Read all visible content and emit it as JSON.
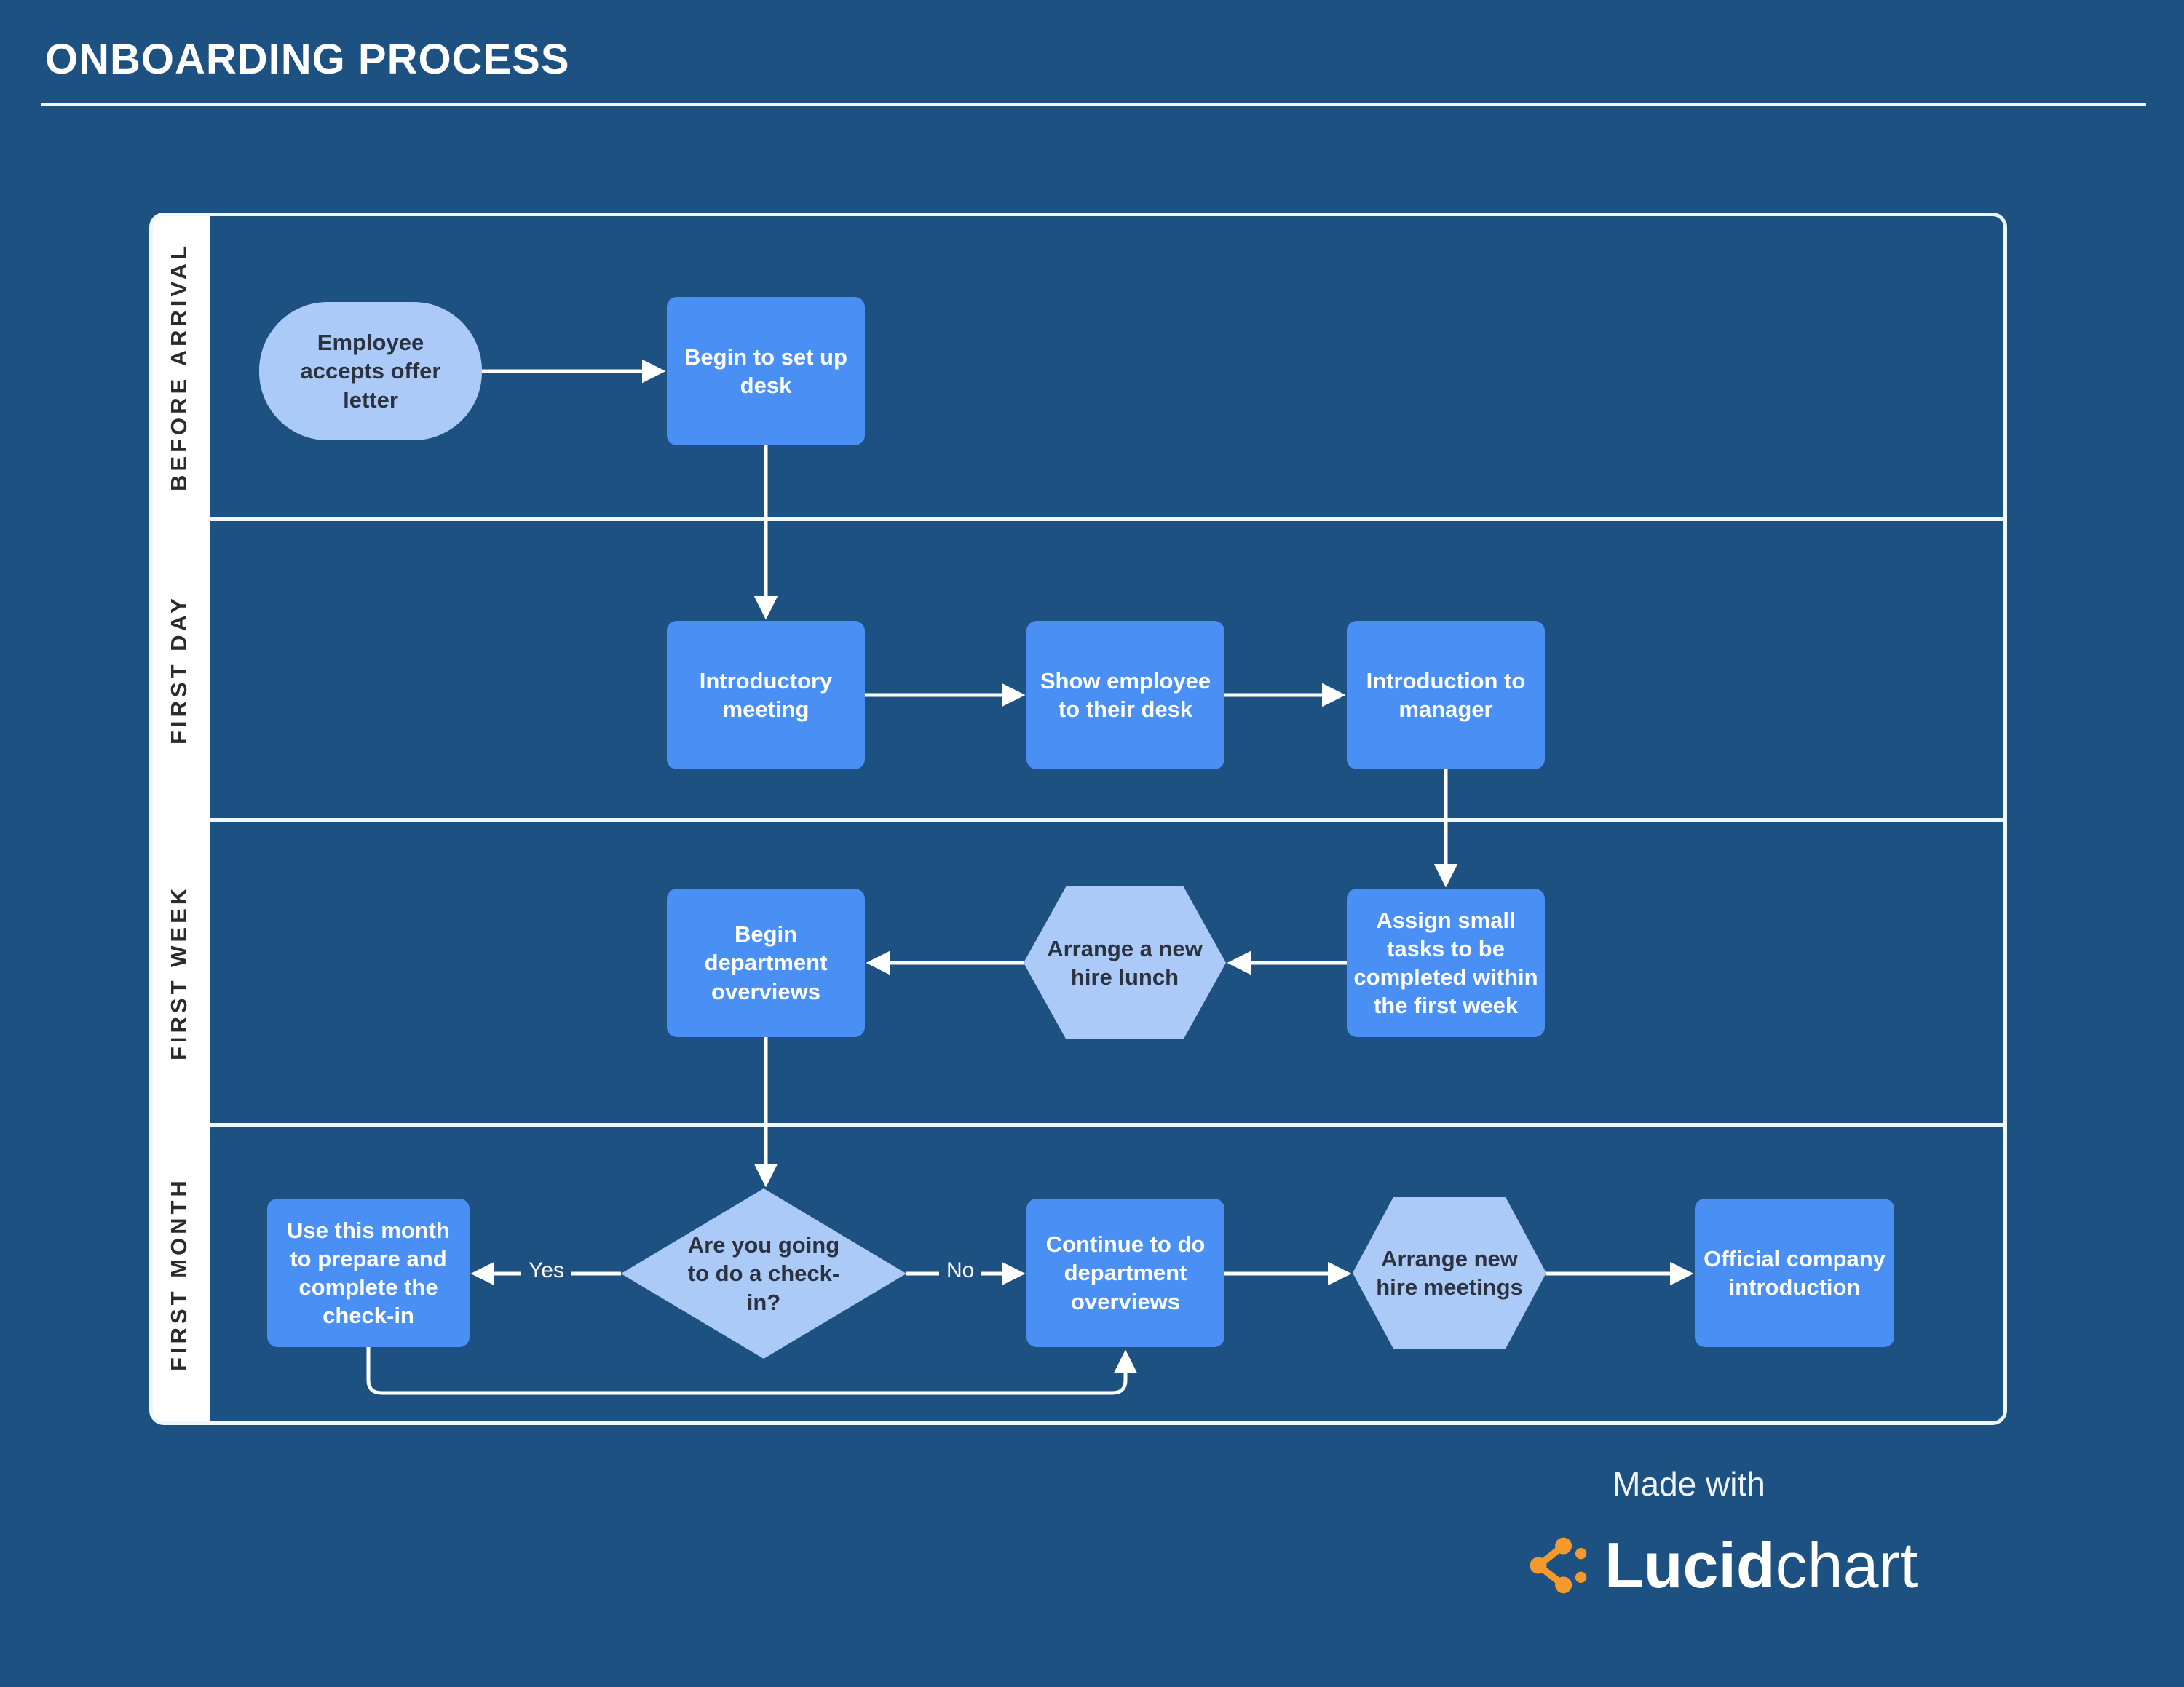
{
  "page": {
    "title": "ONBOARDING PROCESS"
  },
  "lanes": [
    {
      "label": "BEFORE ARRIVAL"
    },
    {
      "label": "FIRST DAY"
    },
    {
      "label": "FIRST WEEK"
    },
    {
      "label": "FIRST MONTH"
    }
  ],
  "nodes": [
    {
      "id": "employee-accepts-offer-letter",
      "type": "terminator",
      "lane": "BEFORE ARRIVAL",
      "label": "Employee accepts offer letter"
    },
    {
      "id": "begin-to-set-up-desk",
      "type": "process",
      "lane": "BEFORE ARRIVAL",
      "label": "Begin to set up desk"
    },
    {
      "id": "introductory-meeting",
      "type": "process",
      "lane": "FIRST DAY",
      "label": "Introductory meeting"
    },
    {
      "id": "show-employee-to-their-desk",
      "type": "process",
      "lane": "FIRST DAY",
      "label": "Show employee to their desk"
    },
    {
      "id": "introduction-to-manager",
      "type": "process",
      "lane": "FIRST DAY",
      "label": "Introduction to manager"
    },
    {
      "id": "assign-small-tasks",
      "type": "process",
      "lane": "FIRST WEEK",
      "label": "Assign small tasks to be completed within the first week"
    },
    {
      "id": "arrange-a-new-hire-lunch",
      "type": "preparation",
      "lane": "FIRST WEEK",
      "label": "Arrange a new hire lunch"
    },
    {
      "id": "begin-department-overviews",
      "type": "process",
      "lane": "FIRST WEEK",
      "label": "Begin department overviews"
    },
    {
      "id": "use-this-month-check-in",
      "type": "process",
      "lane": "FIRST MONTH",
      "label": "Use this month to prepare and complete the check-in"
    },
    {
      "id": "check-in-decision",
      "type": "decision",
      "lane": "FIRST MONTH",
      "label": "Are you going to do a check-in?"
    },
    {
      "id": "continue-department-overviews",
      "type": "process",
      "lane": "FIRST MONTH",
      "label": "Continue to do department overviews"
    },
    {
      "id": "arrange-new-hire-meetings",
      "type": "preparation",
      "lane": "FIRST MONTH",
      "label": "Arrange new hire meetings"
    },
    {
      "id": "official-company-introduction",
      "type": "process",
      "lane": "FIRST MONTH",
      "label": "Official company introduction"
    }
  ],
  "edges": {
    "yes_label": "Yes",
    "no_label": "No",
    "list": [
      {
        "from": "employee-accepts-offer-letter",
        "to": "begin-to-set-up-desk",
        "label": ""
      },
      {
        "from": "begin-to-set-up-desk",
        "to": "introductory-meeting",
        "label": ""
      },
      {
        "from": "introductory-meeting",
        "to": "show-employee-to-their-desk",
        "label": ""
      },
      {
        "from": "show-employee-to-their-desk",
        "to": "introduction-to-manager",
        "label": ""
      },
      {
        "from": "introduction-to-manager",
        "to": "assign-small-tasks",
        "label": ""
      },
      {
        "from": "assign-small-tasks",
        "to": "arrange-a-new-hire-lunch",
        "label": ""
      },
      {
        "from": "arrange-a-new-hire-lunch",
        "to": "begin-department-overviews",
        "label": ""
      },
      {
        "from": "begin-department-overviews",
        "to": "check-in-decision",
        "label": ""
      },
      {
        "from": "check-in-decision",
        "to": "use-this-month-check-in",
        "label": "Yes"
      },
      {
        "from": "check-in-decision",
        "to": "continue-department-overviews",
        "label": "No"
      },
      {
        "from": "use-this-month-check-in",
        "to": "continue-department-overviews",
        "label": ""
      },
      {
        "from": "continue-department-overviews",
        "to": "arrange-new-hire-meetings",
        "label": ""
      },
      {
        "from": "arrange-new-hire-meetings",
        "to": "official-company-introduction",
        "label": ""
      }
    ]
  },
  "footer": {
    "made_with": "Made with",
    "brand_bold": "Lucid",
    "brand_regular": "chart"
  },
  "colors": {
    "background": "#1d5181",
    "process_fill": "#4a90f4",
    "light_fill": "#abcaf8",
    "lane_strip": "#ffffff",
    "connector": "#ffffff",
    "dark_text": "#2b3240",
    "lucid_orange": "#f5992d"
  }
}
